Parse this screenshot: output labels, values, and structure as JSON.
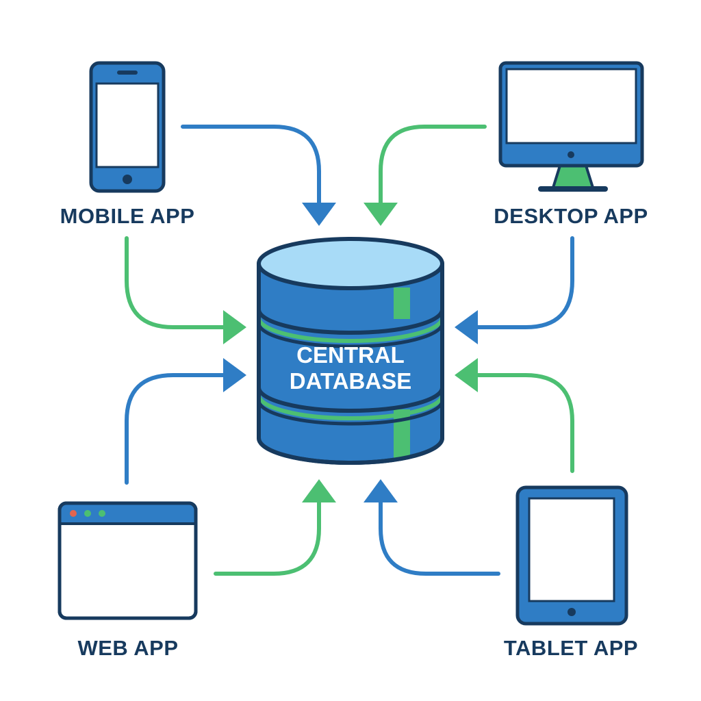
{
  "colors": {
    "blue": "#2f7dc5",
    "green": "#4cbf72",
    "outline": "#173a5e",
    "light_blue": "#a8dbf7",
    "white": "#ffffff"
  },
  "database": {
    "line1": "CENTRAL",
    "line2": "DATABASE",
    "icon": "database-cylinder-icon"
  },
  "clients": {
    "mobile": {
      "label": "MOBILE APP",
      "icon": "smartphone-icon"
    },
    "desktop": {
      "label": "DESKTOP APP",
      "icon": "desktop-monitor-icon"
    },
    "web": {
      "label": "WEB APP",
      "icon": "browser-window-icon"
    },
    "tablet": {
      "label": "TABLET APP",
      "icon": "tablet-icon"
    }
  }
}
